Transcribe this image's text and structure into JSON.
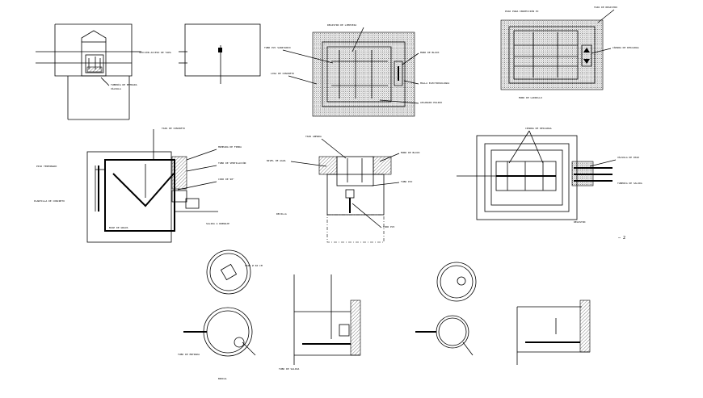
{
  "sheet": {
    "sheet_mark": "— 2"
  },
  "notes": {
    "elev_left": [
      "SECCIÓN ACCESO DE TAPA",
      "TUBERÍA DE ENTRADA",
      "VÁLVULA"
    ],
    "plan_grease": [
      "REGISTRO DE LIMPIEZA",
      "TUBO PVC SANITARIO",
      "LOSA DE CONCRETO",
      "MURO DE BLOCK",
      "MALLA ELECTROSOLDADA",
      "APLANADO PULIDO"
    ],
    "plan_right": [
      "PASO PARA INSPECCIÓN PC",
      "TAPA DE REGISTRO",
      "CÁMARA DE DESCARGA",
      "MURO DE LADRILLO"
    ],
    "sec_left": [
      "TAPA DE CONCRETO",
      "MAMPARA DE FIBRA",
      "TUBO DE VENTILACIÓN",
      "CODO DE 90°",
      "PISO TERMINADO",
      "PLANTILLA DE CONCRETO",
      "BASE DE GRAVA",
      "SALIDA A DRENAJE"
    ],
    "sec_mid": [
      "TAPA ARMADA",
      "NIVEL DE AGUA",
      "MURO DE BLOCK",
      "TUBO PVC",
      "REJILLA",
      "CODO PVC"
    ],
    "plan_mid": [
      "CÁMARA DE DESCARGA",
      "VÁLVULA DE PASO",
      "TUBERÍA DE SALIDA",
      "REGISTRO"
    ],
    "circ": [
      "TAPA Ø 60 CM",
      "TUBO DE ENTRADA",
      "BROCAL",
      "TUBO DE SALIDA"
    ]
  }
}
